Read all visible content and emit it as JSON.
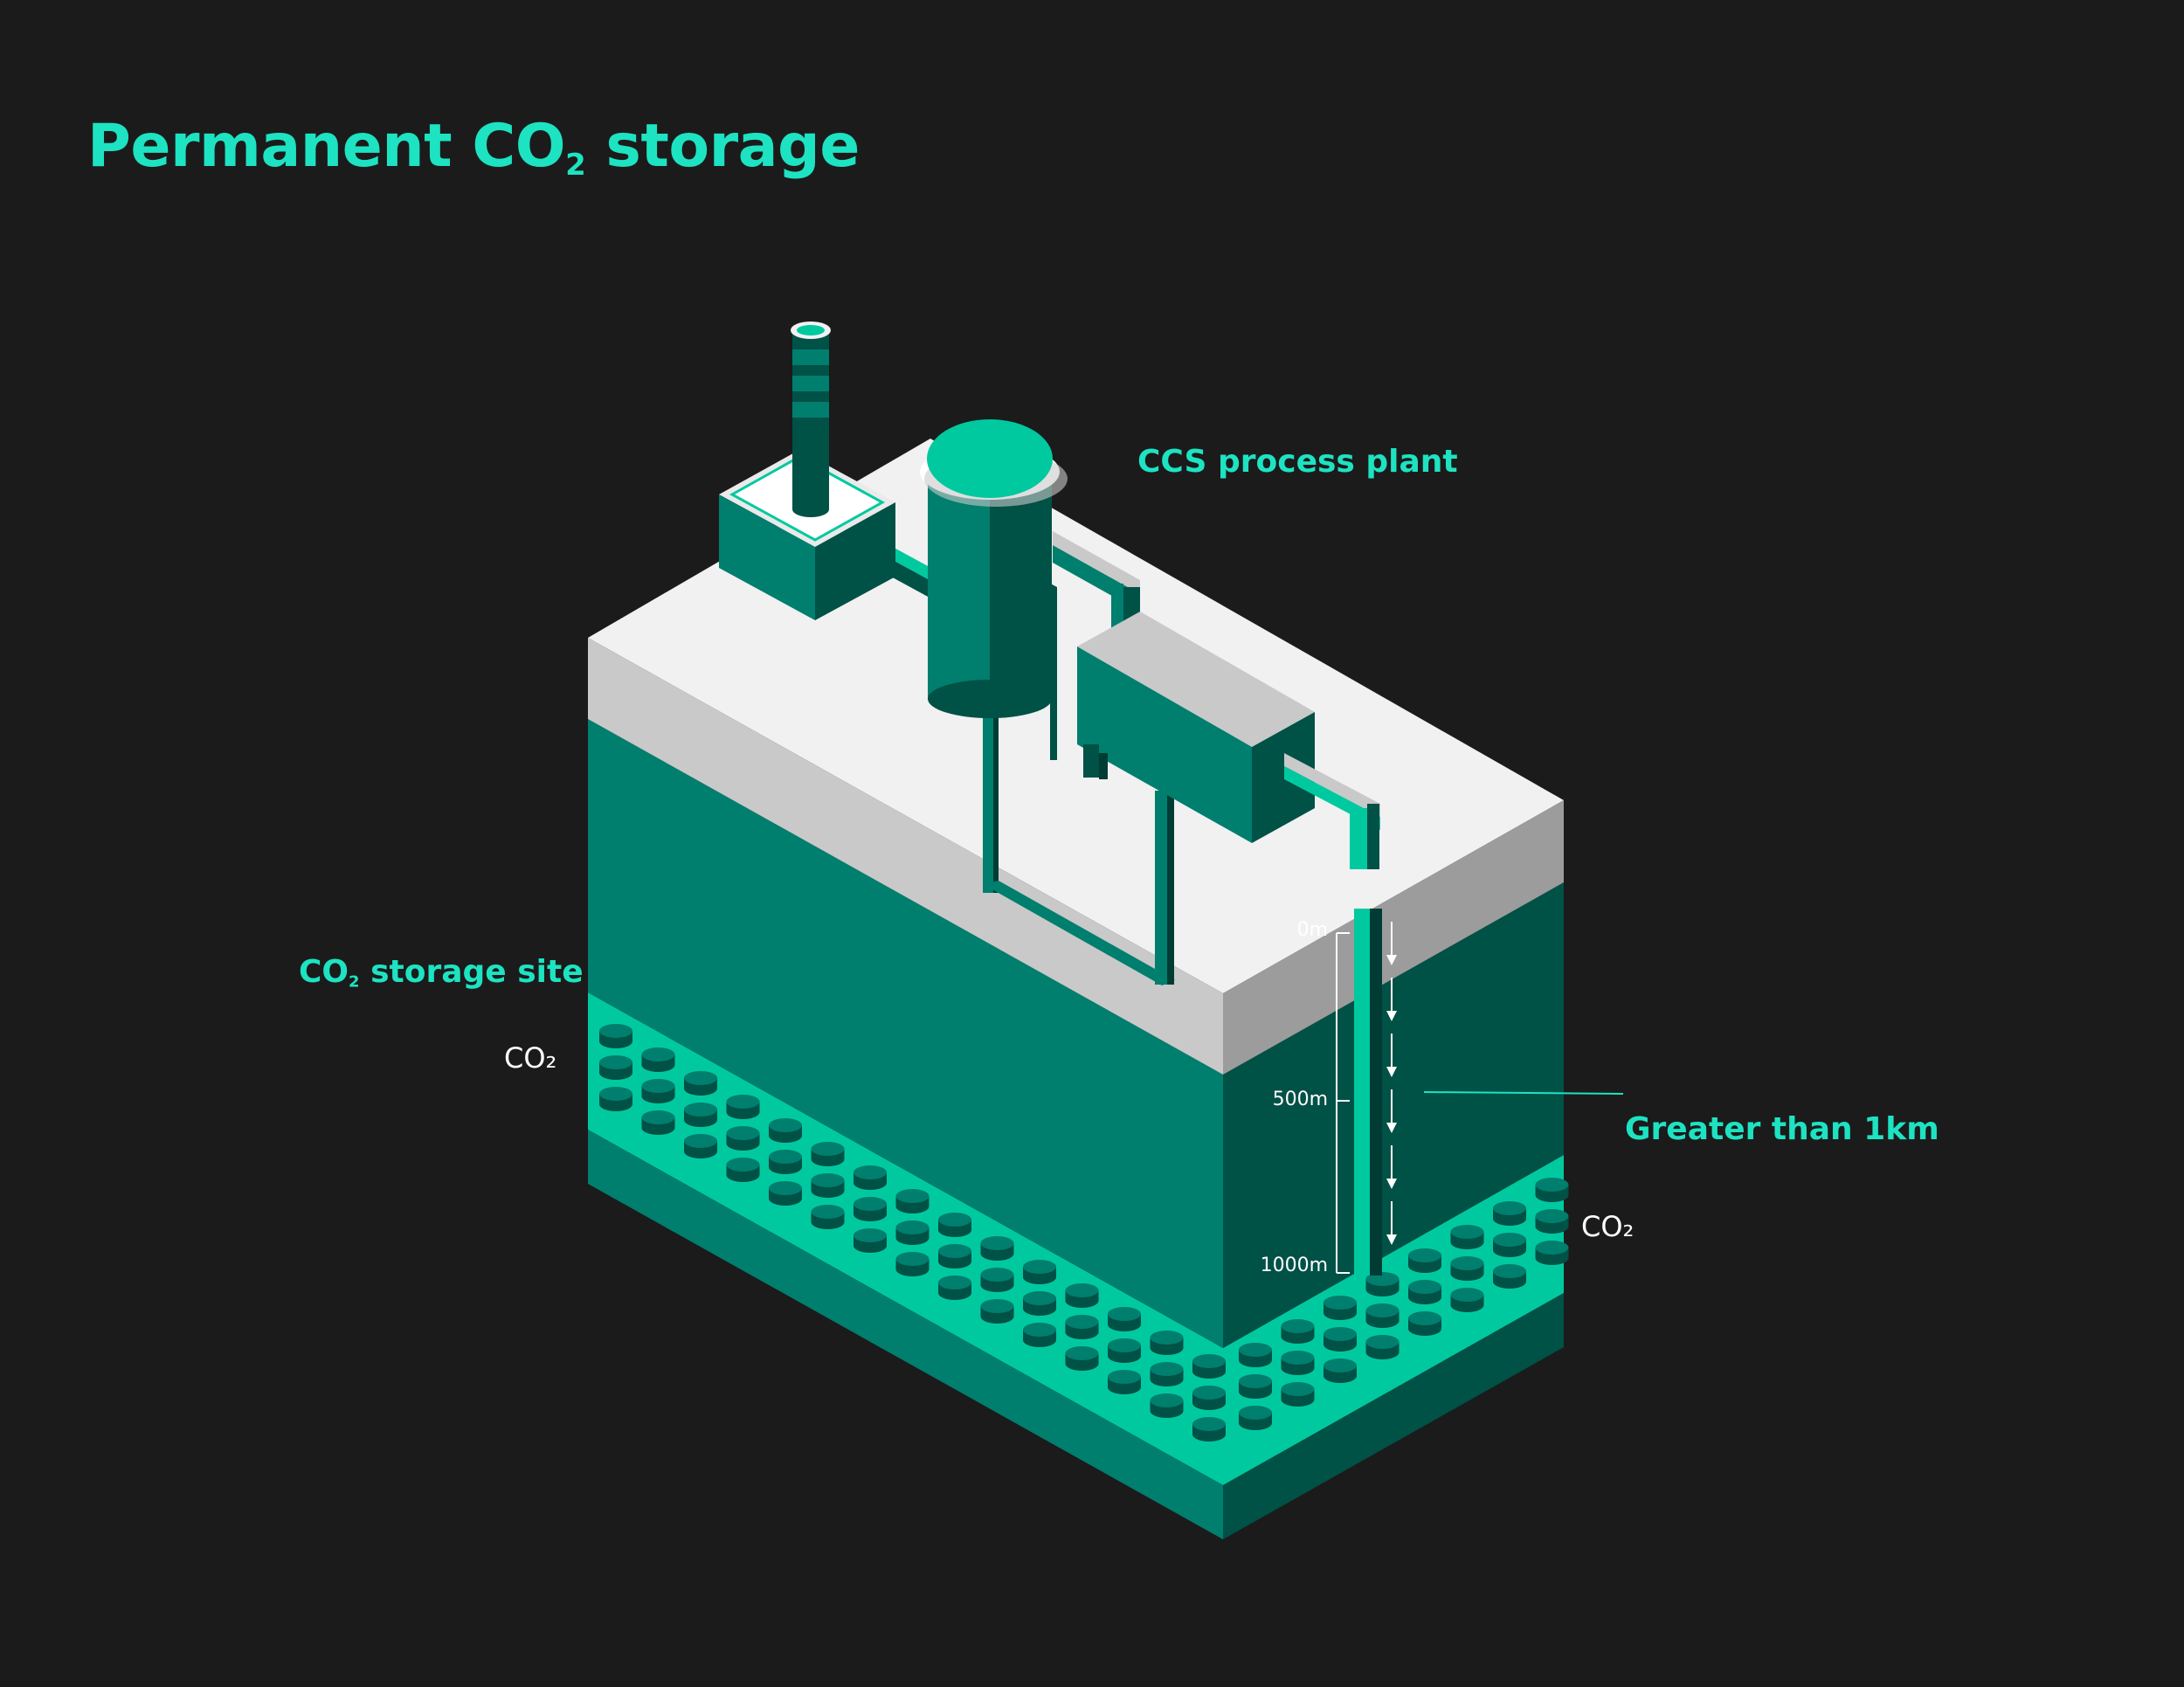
{
  "title": {
    "prefix": "Permanent CO",
    "subscript": "2",
    "suffix": " storage"
  },
  "labels": {
    "plant": "CCS process plant",
    "storage_site_prefix": "CO",
    "storage_site_subscript": "2",
    "storage_site_suffix": " storage site",
    "co2_left": "CO₂",
    "co2_right": "CO₂",
    "depth_callout": "Greater than 1km"
  },
  "depth_scale": {
    "ticks": [
      "0m",
      "500m",
      "1000m"
    ]
  },
  "colors": {
    "background": "#1b1b1b",
    "accent": "#1de3c2",
    "teal_light": "#00c9a0",
    "teal_mid": "#007e6e",
    "teal_dark": "#005146",
    "teal_darkest": "#003c34",
    "ground_top": "#f1f1f1",
    "ground_side_left": "#c9c9c9",
    "ground_side_right": "#9c9c9c"
  }
}
